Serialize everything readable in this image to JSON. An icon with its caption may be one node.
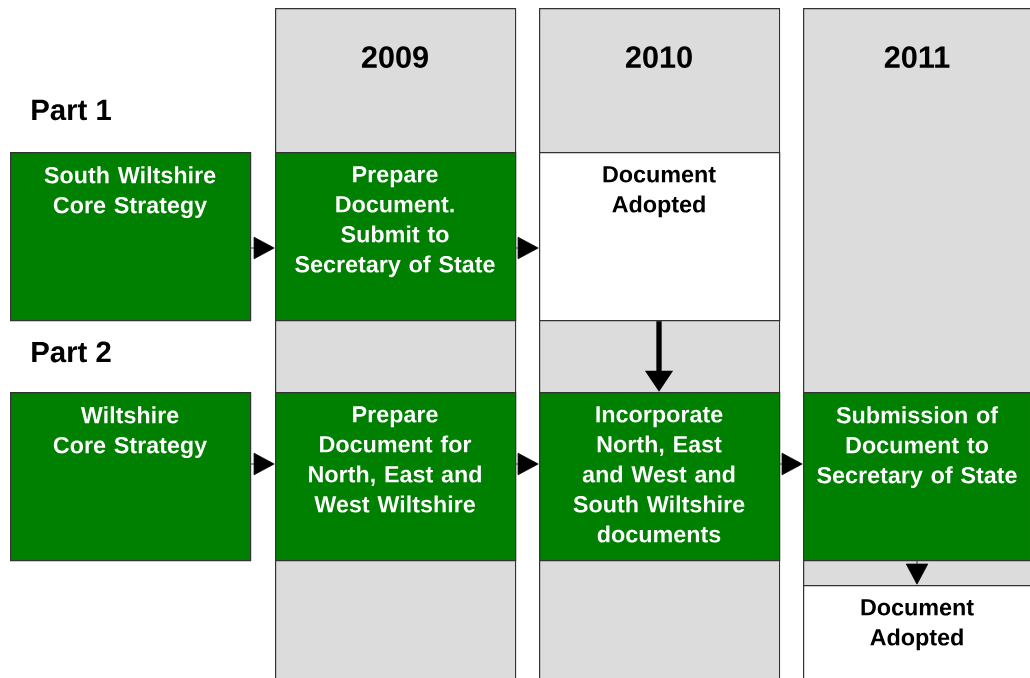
{
  "diagram": {
    "nodes": [
      {
        "text": [
          "2009"
        ]
      },
      {
        "text": [
          "2010"
        ]
      },
      {
        "text": [
          "2011"
        ]
      },
      {
        "text": [
          "South Wiltshire Core Strategy"
        ]
      },
      {
        "text": [
          "Prepare Document. Submit to Secretary of State"
        ],
        "in": 0
      },
      {
        "text": [
          "Document Adopted"
        ],
        "in": 1
      },
      {
        "text": [
          "Wiltshire Core Strategy"
        ]
      },
      {
        "text": [
          "Prepare Document for North, East and West Wiltshire"
        ],
        "in": 0
      },
      {
        "text": [
          "Incorporate North, East and West and South Wiltshire documents"
        ],
        "in": 1
      },
      {
        "text": [
          "Submission of Document to Secretary of State"
        ],
        "in": 2
      },
      {
        "text": [
          "Document Adopted"
        ],
        "in": 2
      }
    ],
    "edges": [
      {
        "from": 3,
        "to": 4,
        "arrow": "to"
      },
      {
        "from": 4,
        "to": 5,
        "arrow": "to"
      },
      {
        "from": 5,
        "to": 8,
        "arrow": "to",
        "style": "thick"
      },
      {
        "from": 6,
        "to": 7,
        "arrow": "to"
      },
      {
        "from": 7,
        "to": 8,
        "arrow": "to"
      },
      {
        "from": 8,
        "to": 9,
        "arrow": "to"
      },
      {
        "from": 9,
        "to": 10,
        "arrow": "to"
      }
    ],
    "labels": [
      "Part 1",
      "Part 2"
    ]
  }
}
